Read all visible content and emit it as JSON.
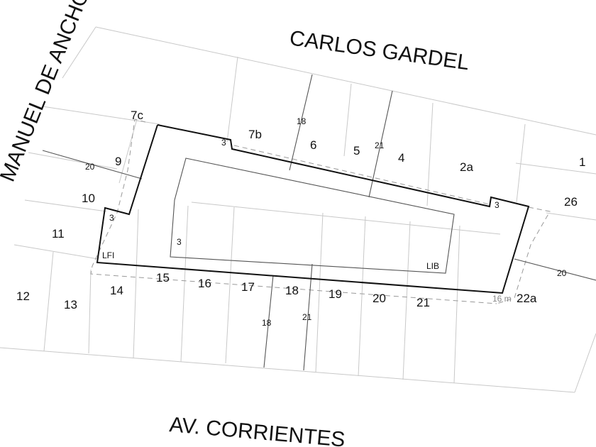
{
  "streets": {
    "top": "CARLOS GARDEL",
    "left": "MANUEL DE ANCHORENA",
    "bottom": "AV. CORRIENTES"
  },
  "lots": [
    "7c",
    "7b",
    "6",
    "5",
    "4",
    "2a",
    "1",
    "26",
    "9",
    "10",
    "11",
    "12",
    "13",
    "14",
    "15",
    "16",
    "17",
    "18",
    "19",
    "20",
    "21",
    "22a"
  ],
  "dimensions": {
    "d18_top": "18",
    "d21_top": "21",
    "d20_left": "20",
    "d20_right": "20",
    "d18_bottom": "18",
    "d21_bottom": "21",
    "d3_top": "3",
    "d3_right": "3",
    "d3_left": "3",
    "d3_inner": "3"
  },
  "markers": {
    "lfi": "LFI",
    "lib": "LIB"
  },
  "scale_label": "16 m"
}
